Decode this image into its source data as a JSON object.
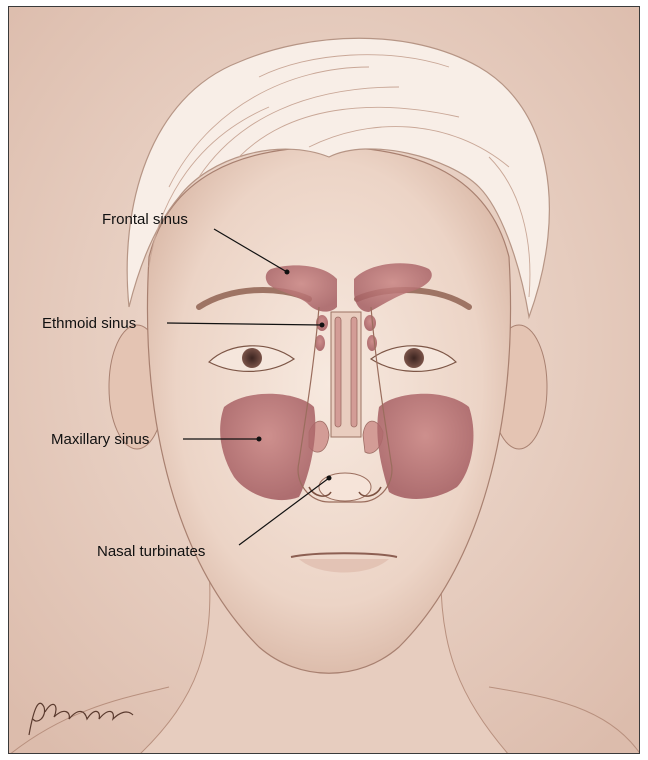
{
  "diagram": {
    "labels": {
      "frontal": "Frontal sinus",
      "ethmoid": "Ethmoid sinus",
      "maxillary": "Maxillary sinus",
      "turbinates": "Nasal turbinates"
    },
    "signature": "ABurke",
    "colors": {
      "background": "#e9d2c6",
      "skin": "#f3e1d6",
      "hair": "#f6ebe3",
      "sinus_fill": "#b76f73",
      "sinus_light": "#d59a97",
      "outline": "#8a5f52",
      "leader": "#111111"
    }
  }
}
